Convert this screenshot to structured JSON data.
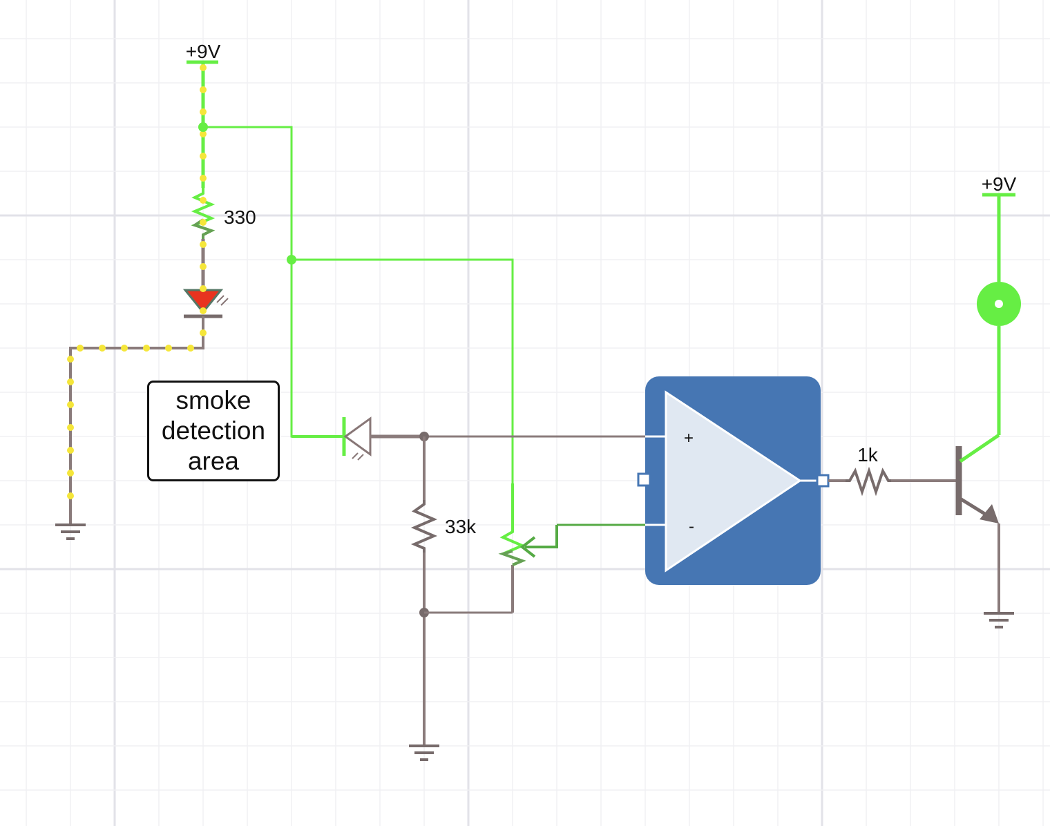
{
  "colors": {
    "active_wire": "#66ee44",
    "inactive_wire": "#8a7b7b",
    "current_dots": "#f5e63a",
    "opamp_body": "#4676b3",
    "opamp_triangle": "#e0e8f2",
    "led_fill": "#e8331f",
    "grid_major": "#e2e2e8",
    "grid_minor": "#f0f0f3"
  },
  "icons": [
    "supply-rail-icon",
    "resistor-icon",
    "led-icon",
    "photodiode-icon",
    "potentiometer-icon",
    "op-amp-icon",
    "npn-transistor-icon",
    "lamp-icon",
    "ground-icon"
  ],
  "labels": {
    "supply_left": "+9V",
    "supply_right": "+9V",
    "resistor_led": "330",
    "resistor_divider": "33k",
    "resistor_base": "1k",
    "opamp_plus": "+",
    "opamp_minus": "-"
  },
  "note": {
    "text": "smoke\ndetection\narea"
  }
}
